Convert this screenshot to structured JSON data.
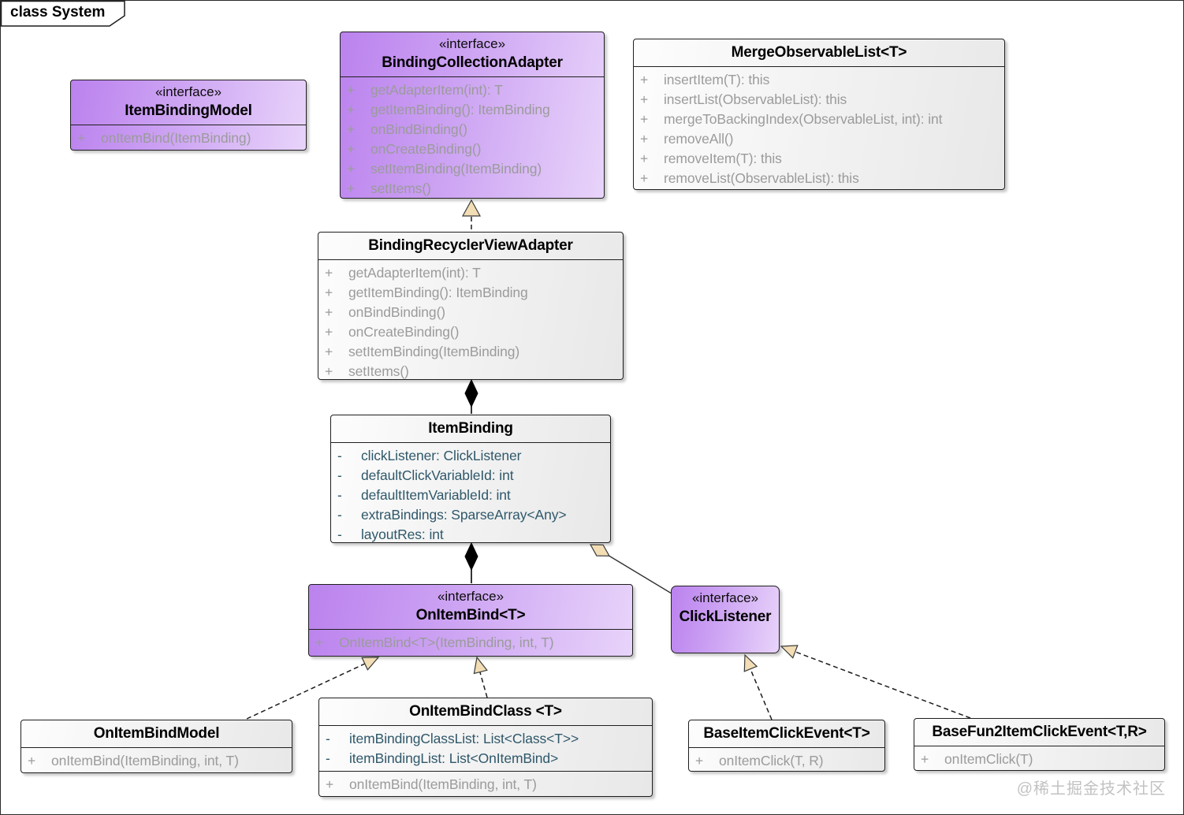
{
  "frame": {
    "label": "class System"
  },
  "watermark": "@稀土掘金技术社区",
  "colors": {
    "interface_fill_start": "#bb82ee",
    "interface_fill_end": "#e8d4fa",
    "class_fill_start": "#fdfdfd",
    "class_fill_end": "#e8e8e8",
    "method_text": "#9b9b9b",
    "attribute_text": "#2f586a",
    "realize_arrow_fill": "#f2ddb5",
    "composition_diamond": "#000000"
  },
  "classes": {
    "itemBindingModel": {
      "stereotype": "«interface»",
      "name": "ItemBindingModel",
      "methods": [
        {
          "vis": "+",
          "text": "onItemBind(ItemBinding)"
        }
      ]
    },
    "bindingCollectionAdapter": {
      "stereotype": "«interface»",
      "name": "BindingCollectionAdapter",
      "methods": [
        {
          "vis": "+",
          "text": "getAdapterItem(int): T"
        },
        {
          "vis": "+",
          "text": "getItemBinding(): ItemBinding"
        },
        {
          "vis": "+",
          "text": "onBindBinding()"
        },
        {
          "vis": "+",
          "text": "onCreateBinding()"
        },
        {
          "vis": "+",
          "text": "setItemBinding(ItemBinding)"
        },
        {
          "vis": "+",
          "text": "setItems()"
        }
      ]
    },
    "mergeObservableList": {
      "name": "MergeObservableList<T>",
      "methods": [
        {
          "vis": "+",
          "text": "insertItem(T): this"
        },
        {
          "vis": "+",
          "text": "insertList(ObservableList): this"
        },
        {
          "vis": "+",
          "text": "mergeToBackingIndex(ObservableList, int): int"
        },
        {
          "vis": "+",
          "text": "removeAll()"
        },
        {
          "vis": "+",
          "text": "removeItem(T): this"
        },
        {
          "vis": "+",
          "text": "removeList(ObservableList): this"
        }
      ]
    },
    "bindingRecyclerViewAdapter": {
      "name": "BindingRecyclerViewAdapter",
      "methods": [
        {
          "vis": "+",
          "text": "getAdapterItem(int): T"
        },
        {
          "vis": "+",
          "text": "getItemBinding(): ItemBinding"
        },
        {
          "vis": "+",
          "text": "onBindBinding()"
        },
        {
          "vis": "+",
          "text": "onCreateBinding()"
        },
        {
          "vis": "+",
          "text": "setItemBinding(ItemBinding)"
        },
        {
          "vis": "+",
          "text": "setItems()"
        }
      ]
    },
    "itemBinding": {
      "name": "ItemBinding",
      "attributes": [
        {
          "vis": "-",
          "text": "clickListener: ClickListener"
        },
        {
          "vis": "-",
          "text": "defaultClickVariableId: int"
        },
        {
          "vis": "-",
          "text": "defaultItemVariableId: int"
        },
        {
          "vis": "-",
          "text": "extraBindings: SparseArray<Any>"
        },
        {
          "vis": "-",
          "text": "layoutRes: int"
        }
      ]
    },
    "onItemBind": {
      "stereotype": "«interface»",
      "name": "OnItemBind<T>",
      "methods": [
        {
          "vis": "+",
          "text": "OnItemBind<T>(ItemBinding, int, T)"
        }
      ]
    },
    "clickListener": {
      "stereotype": "«interface»",
      "name": "ClickListener"
    },
    "onItemBindModel": {
      "name": "OnItemBindModel",
      "methods": [
        {
          "vis": "+",
          "text": "onItemBind(ItemBinding, int, T)"
        }
      ]
    },
    "onItemBindClass": {
      "name": "OnItemBindClass <T>",
      "attributes": [
        {
          "vis": "-",
          "text": "itemBindingClassList: List<Class<T>>"
        },
        {
          "vis": "-",
          "text": "itemBindingList: List<OnItemBind>"
        }
      ],
      "methods": [
        {
          "vis": "+",
          "text": "onItemBind(ItemBinding, int, T)"
        }
      ]
    },
    "baseItemClickEvent": {
      "name": "BaseItemClickEvent<T>",
      "methods": [
        {
          "vis": "+",
          "text": "onItemClick(T, R)"
        }
      ]
    },
    "baseFun2ItemClickEvent": {
      "name": "BaseFun2ItemClickEvent<T,R>",
      "methods": [
        {
          "vis": "+",
          "text": "onItemClick(T)"
        }
      ]
    }
  },
  "relations": [
    {
      "type": "realization",
      "from": "BindingRecyclerViewAdapter",
      "to": "BindingCollectionAdapter"
    },
    {
      "type": "composition",
      "from": "BindingRecyclerViewAdapter",
      "to": "ItemBinding"
    },
    {
      "type": "composition",
      "from": "ItemBinding",
      "to": "OnItemBind<T>"
    },
    {
      "type": "aggregation",
      "from": "ItemBinding",
      "to": "ClickListener"
    },
    {
      "type": "realization",
      "from": "OnItemBindModel",
      "to": "OnItemBind<T>"
    },
    {
      "type": "realization",
      "from": "OnItemBindClass <T>",
      "to": "OnItemBind<T>"
    },
    {
      "type": "realization",
      "from": "BaseItemClickEvent<T>",
      "to": "ClickListener"
    },
    {
      "type": "realization",
      "from": "BaseFun2ItemClickEvent<T,R>",
      "to": "ClickListener"
    }
  ]
}
